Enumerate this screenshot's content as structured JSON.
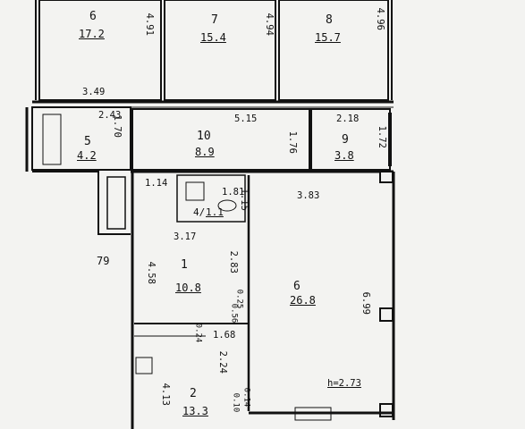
{
  "rooms": [
    {
      "id": "6",
      "number": "6",
      "area": "17.2"
    },
    {
      "id": "7",
      "number": "7",
      "area": "15.4"
    },
    {
      "id": "8",
      "number": "8",
      "area": "15.7"
    },
    {
      "id": "5",
      "number": "5",
      "area": "4.2"
    },
    {
      "id": "10",
      "number": "10",
      "area": "8.9"
    },
    {
      "id": "9",
      "number": "9",
      "area": "3.8"
    },
    {
      "id": "4",
      "number": "4/",
      "area": "1.1"
    },
    {
      "id": "1",
      "number": "1",
      "area": "10.8"
    },
    {
      "id": "6b",
      "number": "6",
      "area": "26.8"
    },
    {
      "id": "2",
      "number": "2",
      "area": "13.3"
    }
  ],
  "dimensions": {
    "d_491": "4.91",
    "d_494": "4.94",
    "d_496": "4.96",
    "d_349": "3.49",
    "d_243": "2.43",
    "d_170": "1.70",
    "d_515": "5.15",
    "d_176": "1.76",
    "d_218": "2.18",
    "d_172": "1.72",
    "d_114": "1.14",
    "d_181": "1.81",
    "d_115": "1.15",
    "d_383": "3.83",
    "d_317": "3.17",
    "d_283": "2.83",
    "d_458": "4.58",
    "d_79": "79",
    "d_699": "6.99",
    "d_025": "0.25",
    "d_056": "0.56",
    "d_024": "0.24",
    "d_168": "1.68",
    "d_224": "2.24",
    "d_413": "4.13",
    "d_010": "0.10",
    "d_014": "0.14",
    "d_h": "h=2.73"
  }
}
